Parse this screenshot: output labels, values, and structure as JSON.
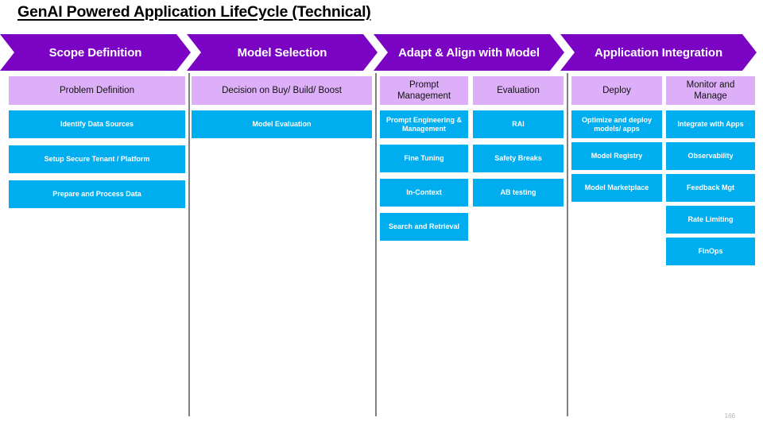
{
  "slide": {
    "title": "GenAI Powered Application LifeCycle (Technical)",
    "page_number": "166"
  },
  "colors": {
    "phase_purple": "#7A03C4",
    "subhead_purple": "#DDAFF8",
    "card_blue": "#00AEEF",
    "divider_gray": "#808080",
    "title_black": "#000000",
    "page_number_gray": "#b5b5b5"
  },
  "phases": [
    {
      "label": "Scope Definition"
    },
    {
      "label": "Model Selection"
    },
    {
      "label": "Adapt & Align with Model"
    },
    {
      "label": "Application Integration"
    }
  ],
  "columns": [
    {
      "phase": "Scope Definition",
      "subcolumns": [
        {
          "header": "Problem Definition",
          "cards": [
            {
              "label": "Identify Data Sources"
            },
            {
              "label": "Setup Secure Tenant / Platform"
            },
            {
              "label": "Prepare and Process Data"
            }
          ]
        }
      ]
    },
    {
      "phase": "Model Selection",
      "subcolumns": [
        {
          "header": "Decision on Buy/ Build/ Boost",
          "cards": [
            {
              "label": "Model Evaluation"
            }
          ]
        }
      ]
    },
    {
      "phase": "Adapt & Align with Model",
      "subcolumns": [
        {
          "header": "Prompt Management",
          "cards": [
            {
              "label": "Prompt Engineering & Management"
            },
            {
              "label": "Fine Tuning"
            },
            {
              "label": "In-Context"
            },
            {
              "label": "Search and Retrieval"
            }
          ]
        },
        {
          "header": "Evaluation",
          "cards": [
            {
              "label": "RAI"
            },
            {
              "label": "Safety Breaks"
            },
            {
              "label": "AB testing"
            }
          ]
        }
      ]
    },
    {
      "phase": "Application Integration",
      "subcolumns": [
        {
          "header": "Deploy",
          "cards": [
            {
              "label": "Optimize and deploy models/ apps"
            },
            {
              "label": "Model Registry"
            },
            {
              "label": "Model Marketplace"
            }
          ]
        },
        {
          "header": "Monitor and Manage",
          "cards": [
            {
              "label": "Integrate with Apps"
            },
            {
              "label": "Observability"
            },
            {
              "label": "Feedback Mgt"
            },
            {
              "label": "Rate Limiting"
            },
            {
              "label": "FinOps"
            }
          ]
        }
      ]
    }
  ]
}
